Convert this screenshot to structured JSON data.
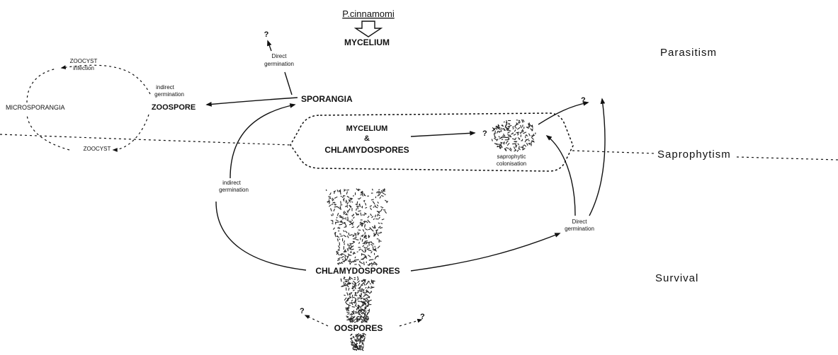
{
  "organism": "P.cinnamomi",
  "zones": {
    "parasitism": "Parasitism",
    "saprophytism": "Saprophytism",
    "survival": "Survival"
  },
  "stages": {
    "mycelium": "MYCELIUM",
    "sporangia": "SPORANGIA",
    "zoospore": "ZOOSPORE",
    "microsporangia": "MICROSPORANGIA",
    "zoocyst_infection": [
      "ZOOCYST",
      "infection"
    ],
    "zoocyst": "ZOOCYST",
    "mycelium_chlamydospores": [
      "MYCELIUM",
      "&",
      "CHLAMYDOSPORES"
    ],
    "chlamydospores": "CHLAMYDOSPORES",
    "oospores": "OOSPORES"
  },
  "process_labels": {
    "direct_germination_top": [
      "Direct",
      "germination"
    ],
    "indirect_germination_zoospore": [
      "indirect",
      "germination"
    ],
    "indirect_germination_left": [
      "indirect",
      "germination"
    ],
    "direct_germination_right": [
      "Direct",
      "germination"
    ],
    "saprophytic_colonisation": [
      "saprophytic",
      "colonisation"
    ]
  },
  "unknown_marker": "?"
}
